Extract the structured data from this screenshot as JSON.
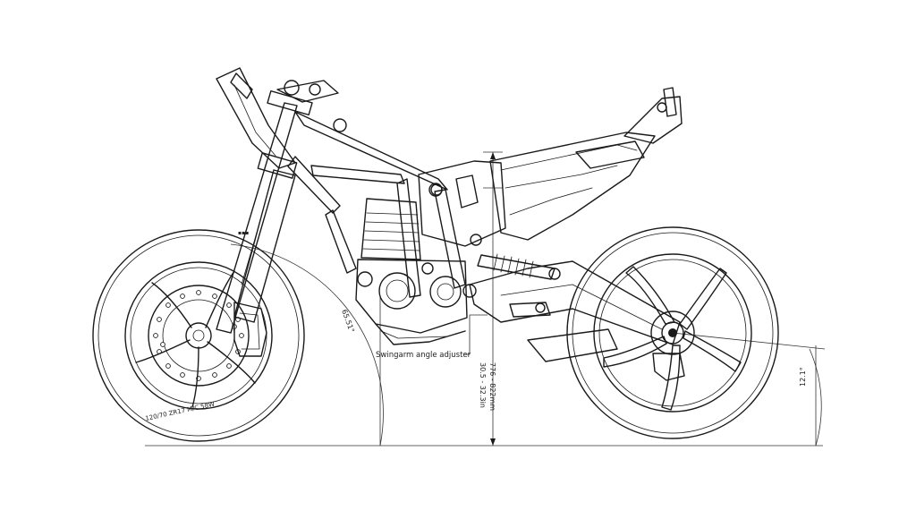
{
  "drawing": {
    "annotations": {
      "swingarm_label": "Swingarm angle adjuster",
      "rake_angle": "65.51°",
      "seat_height_mm": "776 - 822mm",
      "seat_height_in": "30.5 - 32.3in",
      "rear_angle": "12.1°",
      "tire_text": "120/70 ZR17 M/C 58W"
    }
  }
}
